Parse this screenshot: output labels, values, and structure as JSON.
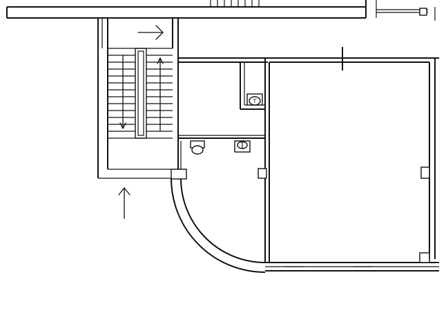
{
  "plan": {
    "colors": {
      "line": "#111111",
      "background": "#ffffff"
    },
    "fixtures": [
      {
        "name": "toilet-icon",
        "symbol": "T"
      },
      {
        "name": "washbasin-icon",
        "symbol": ""
      },
      {
        "name": "sink-icon",
        "symbol": ""
      }
    ],
    "arrows": [
      {
        "name": "entry-arrow-right",
        "direction": "right"
      },
      {
        "name": "stair-down-arrow",
        "direction": "down"
      },
      {
        "name": "stair-up-arrow",
        "direction": "up"
      },
      {
        "name": "entrance-arrow-up",
        "direction": "up"
      }
    ],
    "stair_treads": 13
  }
}
